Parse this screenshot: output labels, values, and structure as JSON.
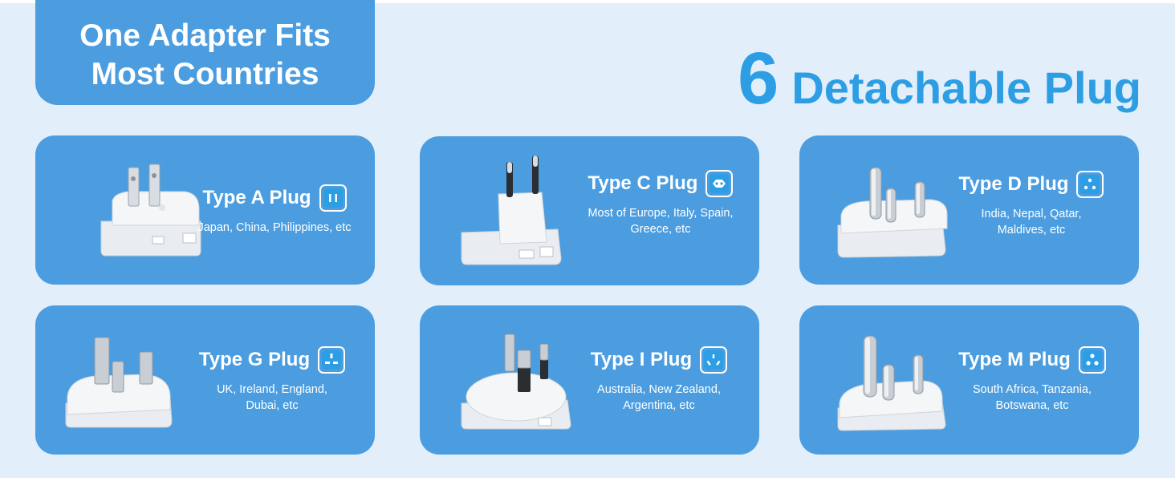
{
  "banner": {
    "line1": "One Adapter Fits",
    "line2": "Most Countries"
  },
  "headline": {
    "number": "6",
    "text": "Detachable Plug"
  },
  "colors": {
    "background": "#e2eefa",
    "card": "#4b9de0",
    "accent": "#2d9ee4",
    "text_on_card": "#ffffff"
  },
  "plugs": [
    {
      "title": "Type A Plug",
      "countries_line1": "Japan, China, Philippines, etc",
      "countries_line2": "",
      "socket_icon": "type-a-socket-icon"
    },
    {
      "title": "Type C Plug",
      "countries_line1": "Most of Europe, Italy, Spain,",
      "countries_line2": "Greece, etc",
      "socket_icon": "type-c-socket-icon"
    },
    {
      "title": "Type D Plug",
      "countries_line1": "India, Nepal, Qatar,",
      "countries_line2": "Maldives, etc",
      "socket_icon": "type-d-socket-icon"
    },
    {
      "title": "Type G Plug",
      "countries_line1": "UK, Ireland, England,",
      "countries_line2": "Dubai, etc",
      "socket_icon": "type-g-socket-icon"
    },
    {
      "title": "Type I Plug",
      "countries_line1": "Australia, New Zealand,",
      "countries_line2": "Argentina, etc",
      "socket_icon": "type-i-socket-icon"
    },
    {
      "title": "Type M Plug",
      "countries_line1": "South Africa, Tanzania,",
      "countries_line2": "Botswana, etc",
      "socket_icon": "type-m-socket-icon"
    }
  ]
}
